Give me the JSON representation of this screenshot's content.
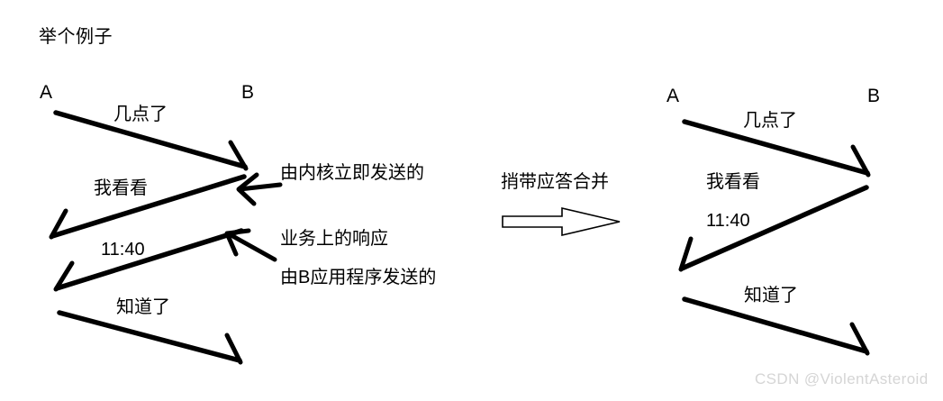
{
  "page": {
    "title": "举个例子",
    "background_color": "#ffffff",
    "ink_color": "#000000",
    "watermark": "CSDN @ViolentAsteroid",
    "watermark_color": "#d5d5d5"
  },
  "left_diagram": {
    "endpoints": {
      "a": "A",
      "b": "B"
    },
    "messages": [
      {
        "label": "几点了",
        "direction": "a-to-b"
      },
      {
        "label": "我看看",
        "direction": "b-to-a"
      },
      {
        "label": "11:40",
        "direction": "b-to-a"
      },
      {
        "label": "知道了",
        "direction": "a-to-b"
      }
    ],
    "annotations": [
      {
        "label": "由内核立即发送的",
        "target": "我看看"
      },
      {
        "label": "业务上的响应",
        "target": "11:40"
      },
      {
        "label": "由B应用程序发送的",
        "target": "11:40"
      }
    ]
  },
  "transition": {
    "label": "捎带应答合并",
    "arrow": "block-arrow-right"
  },
  "right_diagram": {
    "endpoints": {
      "a": "A",
      "b": "B"
    },
    "messages": [
      {
        "label": "几点了",
        "direction": "a-to-b"
      },
      {
        "label": "我看看",
        "direction": "b-to-a"
      },
      {
        "label": "11:40",
        "direction": "b-to-a"
      },
      {
        "label": "知道了",
        "direction": "a-to-b"
      }
    ]
  }
}
